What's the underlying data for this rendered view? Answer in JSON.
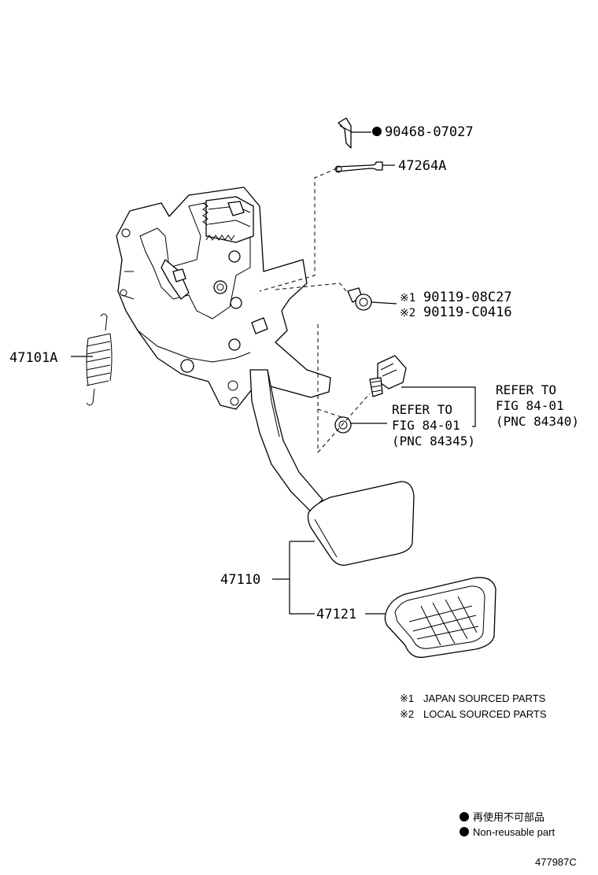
{
  "parts": {
    "clip": "90468-07027",
    "pin": "47264A",
    "bolt_1": "90119-08C27",
    "bolt_2": "90119-C0416",
    "spring": "47101A",
    "pedal_arm": "47110",
    "pedal_pad": "47121"
  },
  "marks": {
    "mark_1": "※1",
    "mark_2": "※2"
  },
  "references": {
    "upper": {
      "line1": "REFER TO",
      "line2": "FIG 84-01",
      "line3": "(PNC 84340)"
    },
    "lower": {
      "line1": "REFER TO",
      "line2": "FIG 84-01",
      "line3": "(PNC 84345)"
    }
  },
  "notes": {
    "note_1_mark": "※1",
    "note_1_text": "JAPAN SOURCED PARTS",
    "note_2_mark": "※2",
    "note_2_text": "LOCAL SOURCED PARTS"
  },
  "legend": {
    "jp": "再使用不可部品",
    "en": "Non-reusable part"
  },
  "figure_id": "477987C",
  "icons": {
    "non_reusable_marker": "filled-circle-icon"
  },
  "colors": {
    "ink": "#000000",
    "paper": "#ffffff"
  }
}
